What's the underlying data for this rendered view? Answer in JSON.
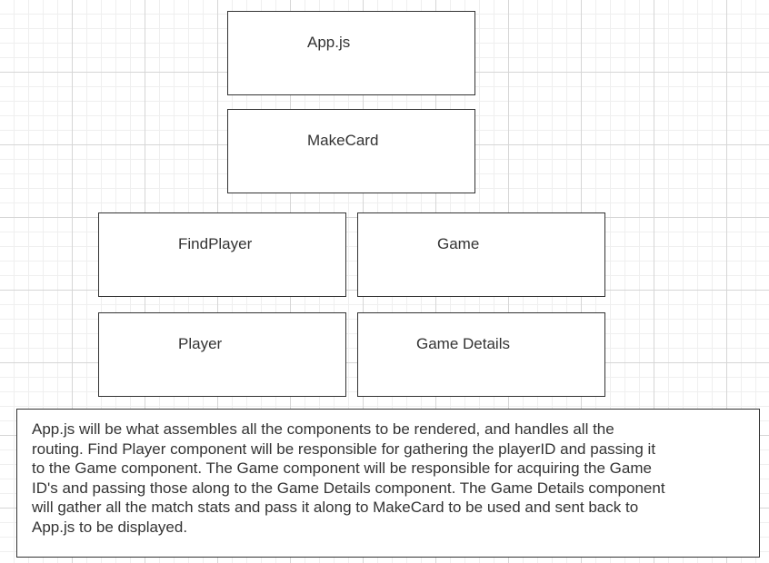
{
  "diagram": {
    "nodes": [
      {
        "id": "app",
        "label": "App.js"
      },
      {
        "id": "makecard",
        "label": "MakeCard"
      },
      {
        "id": "findplayer",
        "label": "FindPlayer"
      },
      {
        "id": "game",
        "label": "Game"
      },
      {
        "id": "player",
        "label": "Player"
      },
      {
        "id": "gamedetails",
        "label": "Game Details"
      }
    ],
    "description": "App.js will be what assembles all the components to be rendered, and handles all the\nrouting. Find Player component will be responsible for gathering the playerID and passing it\nto the Game component. The Game component will be responsible for acquiring the Game\nID's and passing those along to the Game Details component. The Game Details component\nwill gather all the match stats and pass it along to MakeCard to be used and sent back to\nApp.js to be displayed."
  },
  "colors": {
    "border": "#333333",
    "text": "#333333",
    "grid_major": "#d6d6d6",
    "grid_minor": "#efefef"
  }
}
